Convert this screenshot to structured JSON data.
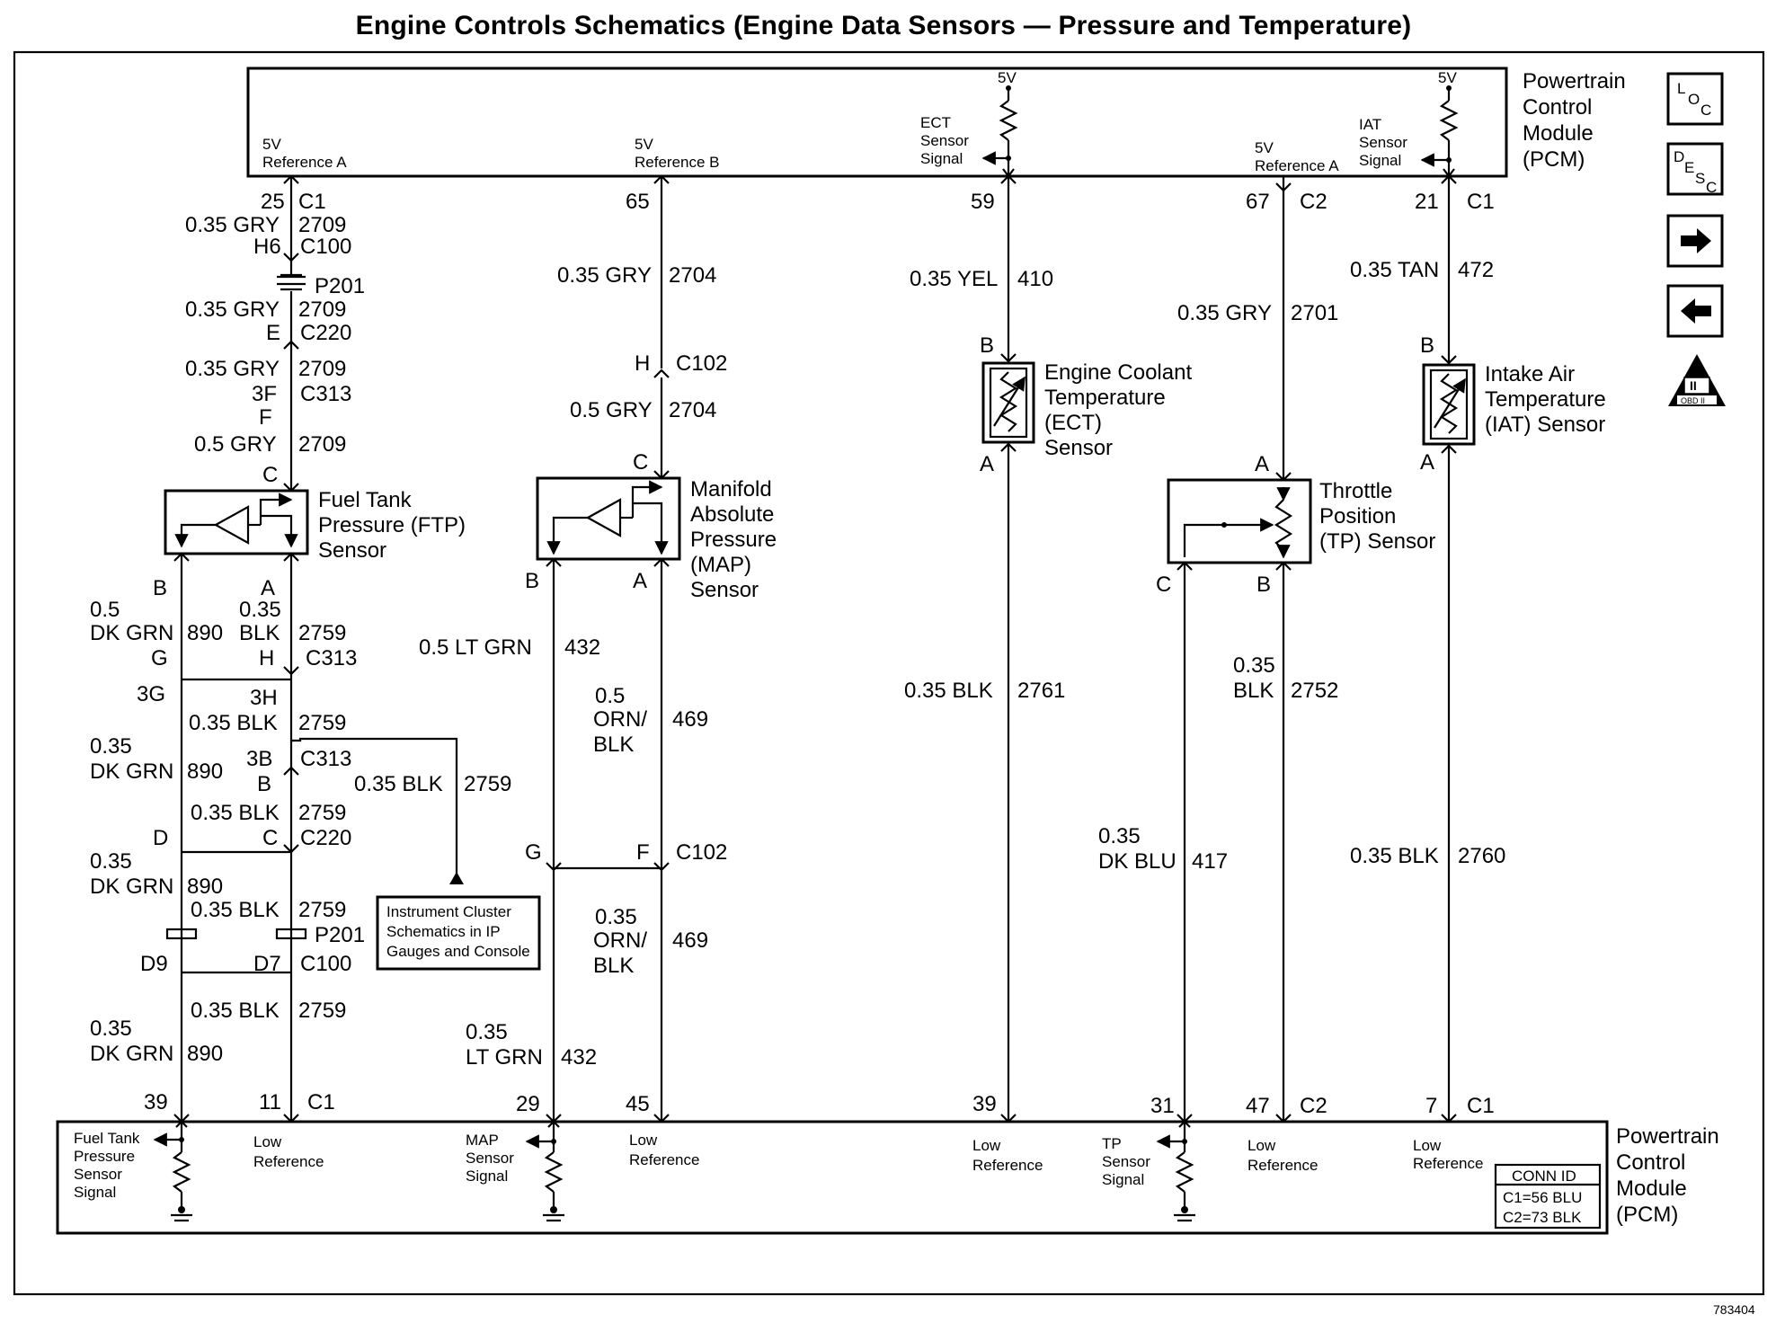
{
  "title": "Engine Controls Schematics (Engine Data Sensors — Pressure and Temperature)",
  "figure_number": "783404",
  "pcm_top": {
    "label_lines": [
      "Powertrain",
      "Control",
      "Module",
      "(PCM)"
    ],
    "labels": {
      "ref_a_5v": "5V",
      "ref_a": "Reference A",
      "ref_b_5v": "5V",
      "ref_b": "Reference B",
      "ect_5v": "5V",
      "ect_sig_1": "ECT",
      "ect_sig_2": "Sensor",
      "ect_sig_3": "Signal",
      "ref_a2_5v": "5V",
      "ref_a2": "Reference A",
      "iat_5v": "5V",
      "iat_sig_1": "IAT",
      "iat_sig_2": "Sensor",
      "iat_sig_3": "Signal"
    }
  },
  "pcm_bottom": {
    "label_lines": [
      "Powertrain",
      "Control",
      "Module",
      "(PCM)"
    ],
    "labels": {
      "ftp_1": "Fuel Tank",
      "ftp_2": "Pressure",
      "ftp_3": "Sensor",
      "ftp_4": "Signal",
      "low1_1": "Low",
      "low1_2": "Reference",
      "map_1": "MAP",
      "map_2": "Sensor",
      "map_3": "Signal",
      "low2_1": "Low",
      "low2_2": "Reference",
      "low3_1": "Low",
      "low3_2": "Reference",
      "tp_1": "TP",
      "tp_2": "Sensor",
      "tp_3": "Signal",
      "low4_1": "Low",
      "low4_2": "Reference",
      "low5_1": "Low",
      "low5_2": "Reference"
    },
    "conn_id": {
      "header": "CONN ID",
      "c1": "C1=56 BLU",
      "c2": "C2=73 BLK"
    }
  },
  "nav_icons": {
    "loc": "LOC",
    "desc": "DESC",
    "obd": "OBD II",
    "obd_num": "II"
  },
  "sensors": {
    "ftp": [
      "Fuel Tank",
      "Pressure (FTP)",
      "Sensor"
    ],
    "map": [
      "Manifold",
      "Absolute",
      "Pressure",
      "(MAP)",
      "Sensor"
    ],
    "ect": [
      "Engine Coolant",
      "Temperature",
      "(ECT)",
      "Sensor"
    ],
    "tp": [
      "Throttle",
      "Position",
      "(TP) Sensor"
    ],
    "iat": [
      "Intake Air",
      "Temperature",
      "(IAT) Sensor"
    ]
  },
  "note_box": [
    "Instrument Cluster",
    "Schematics in IP",
    "Gauges and Console"
  ],
  "labels": {
    "c1_pin25": "25",
    "c1_a": "C1",
    "w_gry_2709_1a": "0.35 GRY",
    "w_gry_2709_1b": "2709",
    "h6": "H6",
    "c100_top": "C100",
    "p201_top": "P201",
    "w_gry_2709_2a": "0.35 GRY",
    "w_gry_2709_2b": "2709",
    "e_pin": "E",
    "c220_top": "C220",
    "w_gry_2709_3a": "0.35 GRY",
    "w_gry_2709_3b": "2709",
    "pin_3f": "3F",
    "c313_top": "C313",
    "pin_f": "F",
    "w_gry_2709_4a": "0.5 GRY",
    "w_gry_2709_4b": "2709",
    "ftp_pin_c": "C",
    "ftp_pin_b": "B",
    "ftp_pin_a": "A",
    "w_dkgrn_890_1a": "0.5",
    "w_dkgrn_890_1b": "DK GRN",
    "w_dkgrn_890_1c": "890",
    "w_blk_2759_1a": "0.35",
    "w_blk_2759_1b": "BLK",
    "w_blk_2759_1c": "2759",
    "pin_g": "G",
    "pin_h": "H",
    "c313_mid": "C313",
    "pin_3g": "3G",
    "pin_3h": "3H",
    "w_blk_2759_2a": "0.35 BLK",
    "w_blk_2759_2b": "2759",
    "w_dkgrn_890_2a": "0.35",
    "w_dkgrn_890_2b": "DK GRN",
    "w_dkgrn_890_2c": "890",
    "pin_3b": "3B",
    "pin_b2": "B",
    "c313_low": "C313",
    "w_blk_2759_ic_a": "0.35 BLK",
    "w_blk_2759_ic_b": "2759",
    "w_blk_2759_3a": "0.35 BLK",
    "w_blk_2759_3b": "2759",
    "pin_d": "D",
    "pin_c2": "C",
    "c220_low": "C220",
    "w_dkgrn_890_3a": "0.35",
    "w_dkgrn_890_3b": "DK GRN",
    "w_dkgrn_890_3c": "890",
    "w_blk_2759_4a": "0.35 BLK",
    "w_blk_2759_4b": "2759",
    "p201_low": "P201",
    "pin_d9": "D9",
    "pin_d7": "D7",
    "c100_low": "C100",
    "w_blk_2759_5a": "0.35 BLK",
    "w_blk_2759_5b": "2759",
    "w_dkgrn_890_4a": "0.35",
    "w_dkgrn_890_4b": "DK GRN",
    "w_dkgrn_890_4c": "890",
    "pin_39a": "39",
    "pin_11": "11",
    "c1_b": "C1",
    "pin_65": "65",
    "w_gry_2704_1a": "0.35 GRY",
    "w_gry_2704_1b": "2704",
    "pin_h2": "H",
    "c102_top": "C102",
    "w_gry_2704_2a": "0.5 GRY",
    "w_gry_2704_2b": "2704",
    "map_pin_c": "C",
    "map_pin_b": "B",
    "map_pin_a": "A",
    "w_ltgrn_432_1a": "0.5 LT GRN",
    "w_ltgrn_432_1b": "432",
    "w_orn_469_1a": "0.5",
    "w_orn_469_1b": "ORN/",
    "w_orn_469_1c": "BLK",
    "w_orn_469_1d": "469",
    "pin_g2": "G",
    "pin_f2": "F",
    "c102_low": "C102",
    "w_orn_469_2a": "0.35",
    "w_orn_469_2b": "ORN/",
    "w_orn_469_2c": "BLK",
    "w_orn_469_2d": "469",
    "w_ltgrn_432_2a": "0.35",
    "w_ltgrn_432_2b": "LT GRN",
    "w_ltgrn_432_2c": "432",
    "pin_29": "29",
    "pin_45": "45",
    "pin_59": "59",
    "w_yel_410a": "0.35 YEL",
    "w_yel_410b": "410",
    "ect_pin_b": "B",
    "ect_pin_a": "A",
    "w_blk_2761a": "0.35 BLK",
    "w_blk_2761b": "2761",
    "pin_39b": "39",
    "pin_67": "67",
    "c2_a": "C2",
    "w_gry_2701a": "0.35 GRY",
    "w_gry_2701b": "2701",
    "tp_pin_a": "A",
    "tp_pin_c": "C",
    "tp_pin_b": "B",
    "w_blk_2752a": "0.35",
    "w_blk_2752b": "BLK",
    "w_blk_2752c": "2752",
    "w_dkblu_417a": "0.35",
    "w_dkblu_417b": "DK BLU",
    "w_dkblu_417c": "417",
    "pin_31": "31",
    "pin_47": "47",
    "c2_b": "C2",
    "pin_21": "21",
    "c1_c": "C1",
    "w_tan_472a": "0.35 TAN",
    "w_tan_472b": "472",
    "iat_pin_b": "B",
    "iat_pin_a": "A",
    "w_blk_2760a": "0.35 BLK",
    "w_blk_2760b": "2760",
    "pin_7": "7",
    "c1_d": "C1"
  }
}
